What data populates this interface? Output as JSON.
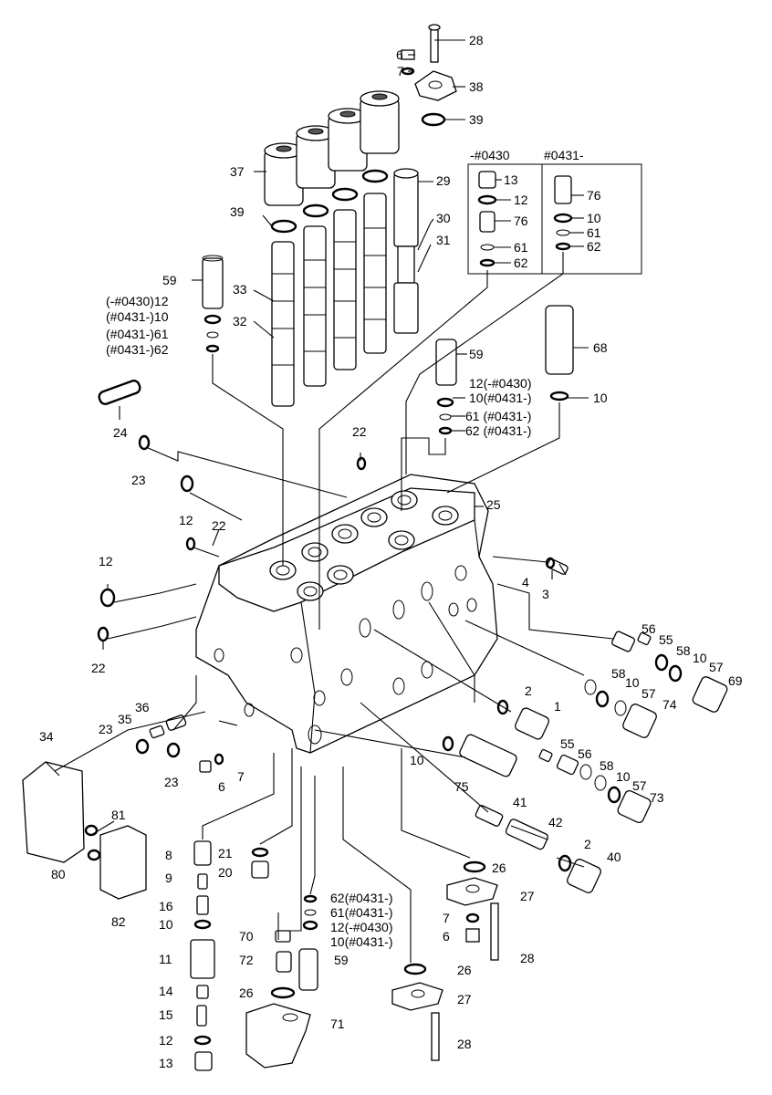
{
  "header_codes": {
    "left": "-#0430",
    "right": "#0431-"
  },
  "labels": [
    {
      "id": "l28a",
      "text": "28"
    },
    {
      "id": "l6a",
      "text": "6"
    },
    {
      "id": "l7a",
      "text": "7"
    },
    {
      "id": "l38",
      "text": "38"
    },
    {
      "id": "l39a",
      "text": "39"
    },
    {
      "id": "l37",
      "text": "37"
    },
    {
      "id": "l29",
      "text": "29"
    },
    {
      "id": "l39b",
      "text": "39"
    },
    {
      "id": "l30",
      "text": "30"
    },
    {
      "id": "l31",
      "text": "31"
    },
    {
      "id": "l13a",
      "text": "13"
    },
    {
      "id": "l12a",
      "text": "12"
    },
    {
      "id": "l76a",
      "text": "76"
    },
    {
      "id": "l61a",
      "text": "61"
    },
    {
      "id": "l62a",
      "text": "62"
    },
    {
      "id": "l76b",
      "text": "76"
    },
    {
      "id": "l10a",
      "text": "10"
    },
    {
      "id": "l61b",
      "text": "61"
    },
    {
      "id": "l62b",
      "text": "62"
    },
    {
      "id": "l59a",
      "text": "59"
    },
    {
      "id": "l33",
      "text": "33"
    },
    {
      "id": "lc12",
      "text": "(-#0430)12"
    },
    {
      "id": "lc10",
      "text": "(#0431-)10"
    },
    {
      "id": "lc61",
      "text": "(#0431-)61"
    },
    {
      "id": "lc62",
      "text": "(#0431-)62"
    },
    {
      "id": "l32",
      "text": "32"
    },
    {
      "id": "l68",
      "text": "68"
    },
    {
      "id": "l59b",
      "text": "59"
    },
    {
      "id": "lr12",
      "text": "12(-#0430)"
    },
    {
      "id": "lr10",
      "text": "10(#0431-)"
    },
    {
      "id": "l10b",
      "text": "10"
    },
    {
      "id": "lr61",
      "text": "61 (#0431-)"
    },
    {
      "id": "lr62",
      "text": "62 (#0431-)"
    },
    {
      "id": "l24",
      "text": "24"
    },
    {
      "id": "l23a",
      "text": "23"
    },
    {
      "id": "l22a",
      "text": "22"
    },
    {
      "id": "l12b",
      "text": "12"
    },
    {
      "id": "l22b",
      "text": "22"
    },
    {
      "id": "l25",
      "text": "25"
    },
    {
      "id": "l12c",
      "text": "12"
    },
    {
      "id": "l4",
      "text": "4"
    },
    {
      "id": "l3",
      "text": "3"
    },
    {
      "id": "l22c",
      "text": "22"
    },
    {
      "id": "l56a",
      "text": "56"
    },
    {
      "id": "l55a",
      "text": "55"
    },
    {
      "id": "l58a",
      "text": "58"
    },
    {
      "id": "l10c",
      "text": "10"
    },
    {
      "id": "l57a",
      "text": "57"
    },
    {
      "id": "l69",
      "text": "69"
    },
    {
      "id": "l58b",
      "text": "58"
    },
    {
      "id": "l10d",
      "text": "10"
    },
    {
      "id": "l57b",
      "text": "57"
    },
    {
      "id": "l74",
      "text": "74"
    },
    {
      "id": "l2a",
      "text": "2"
    },
    {
      "id": "l1",
      "text": "1"
    },
    {
      "id": "l34",
      "text": "34"
    },
    {
      "id": "l36",
      "text": "36"
    },
    {
      "id": "l35",
      "text": "35"
    },
    {
      "id": "l23b",
      "text": "23"
    },
    {
      "id": "l23c",
      "text": "23"
    },
    {
      "id": "l7b",
      "text": "7"
    },
    {
      "id": "l6b",
      "text": "6"
    },
    {
      "id": "l10e",
      "text": "10"
    },
    {
      "id": "l75",
      "text": "75"
    },
    {
      "id": "l55b",
      "text": "55"
    },
    {
      "id": "l56b",
      "text": "56"
    },
    {
      "id": "l58c",
      "text": "58"
    },
    {
      "id": "l10f",
      "text": "10"
    },
    {
      "id": "l57c",
      "text": "57"
    },
    {
      "id": "l73",
      "text": "73"
    },
    {
      "id": "l81",
      "text": "81"
    },
    {
      "id": "l80",
      "text": "80"
    },
    {
      "id": "l82",
      "text": "82"
    },
    {
      "id": "l41",
      "text": "41"
    },
    {
      "id": "l42",
      "text": "42"
    },
    {
      "id": "l2b",
      "text": "2"
    },
    {
      "id": "l40",
      "text": "40"
    },
    {
      "id": "l8",
      "text": "8"
    },
    {
      "id": "l21",
      "text": "21"
    },
    {
      "id": "l20",
      "text": "20"
    },
    {
      "id": "l26a",
      "text": "26"
    },
    {
      "id": "l27a",
      "text": "27"
    },
    {
      "id": "l9",
      "text": "9"
    },
    {
      "id": "lb62",
      "text": "62(#0431-)"
    },
    {
      "id": "lb61",
      "text": "61(#0431-)"
    },
    {
      "id": "lb12",
      "text": "12(-#0430)"
    },
    {
      "id": "lb10",
      "text": "10(#0431-)"
    },
    {
      "id": "l16",
      "text": "16"
    },
    {
      "id": "l10g",
      "text": "10"
    },
    {
      "id": "l7c",
      "text": "7"
    },
    {
      "id": "l6c",
      "text": "6"
    },
    {
      "id": "l28b",
      "text": "28"
    },
    {
      "id": "l70",
      "text": "70"
    },
    {
      "id": "l11",
      "text": "11"
    },
    {
      "id": "l72",
      "text": "72"
    },
    {
      "id": "l59c",
      "text": "59"
    },
    {
      "id": "l26b",
      "text": "26"
    },
    {
      "id": "l14",
      "text": "14"
    },
    {
      "id": "l26c",
      "text": "26"
    },
    {
      "id": "l27b",
      "text": "27"
    },
    {
      "id": "l15",
      "text": "15"
    },
    {
      "id": "l71",
      "text": "71"
    },
    {
      "id": "l12d",
      "text": "12"
    },
    {
      "id": "l28c",
      "text": "28"
    },
    {
      "id": "l13b",
      "text": "13"
    }
  ]
}
